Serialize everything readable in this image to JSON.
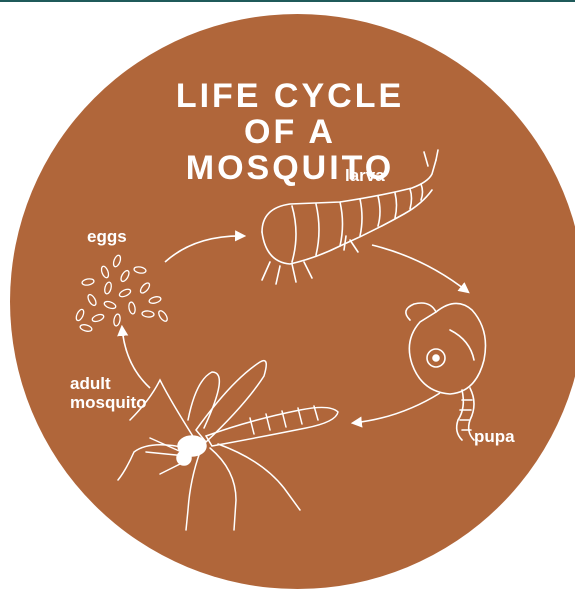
{
  "diagram": {
    "title_lines": [
      "LIFE CYCLE",
      "OF A MOSQUITO"
    ],
    "stages": {
      "larva": "larva",
      "eggs": "eggs",
      "adult_lines": [
        "adult",
        "mosquito"
      ],
      "pupa": "pupa"
    },
    "colors": {
      "disc": "#b0663a",
      "ink": "#ffffff",
      "rule": "#1f5a5a"
    },
    "icons": [
      "eggs-illustration",
      "larva-illustration",
      "pupa-illustration",
      "adult-mosquito-illustration",
      "cycle-arrow"
    ]
  }
}
